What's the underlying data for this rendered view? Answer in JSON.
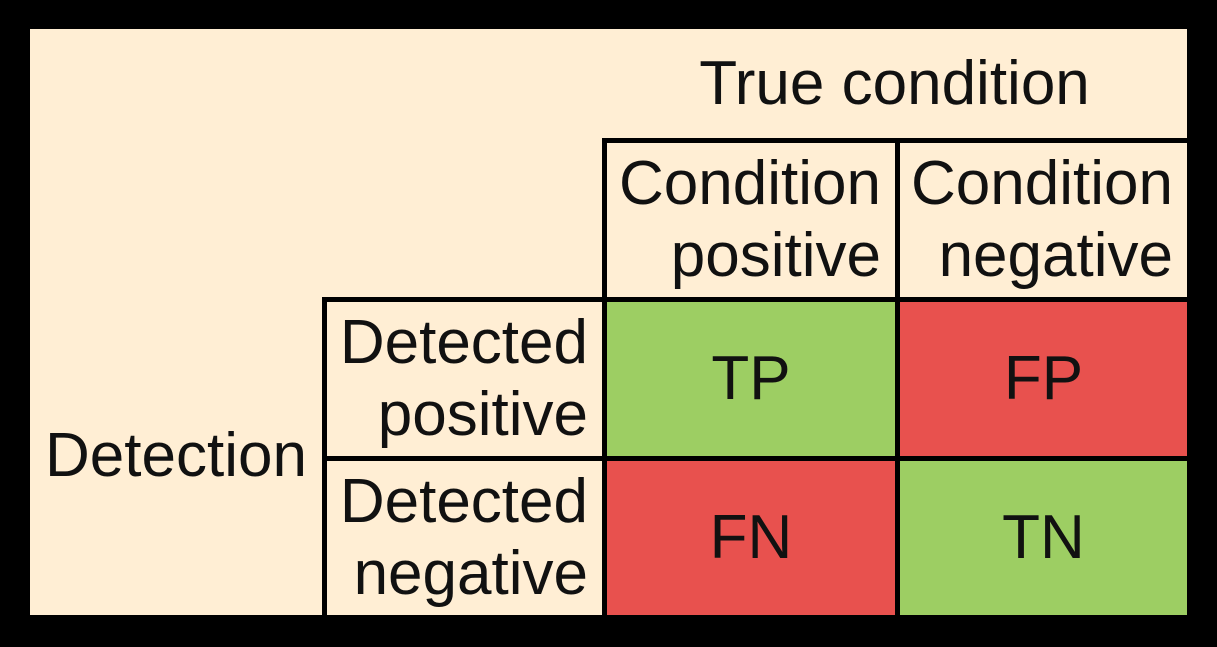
{
  "palette": {
    "background": "#000000",
    "surface": "#FFEED4",
    "cell_positive": "#9DCE63",
    "cell_negative": "#E8514E",
    "grid_line": "#000000",
    "text": "#111111"
  },
  "matrix": {
    "column_axis_title": "True condition",
    "row_axis_title": "Detection",
    "column_headers": [
      "Condition\npositive",
      "Condition\nnegative"
    ],
    "row_headers": [
      "Detected\npositive",
      "Detected\nnegative"
    ],
    "cells": [
      {
        "label": "TP",
        "kind": "good"
      },
      {
        "label": "FP",
        "kind": "bad"
      },
      {
        "label": "FN",
        "kind": "bad"
      },
      {
        "label": "TN",
        "kind": "good"
      }
    ]
  }
}
